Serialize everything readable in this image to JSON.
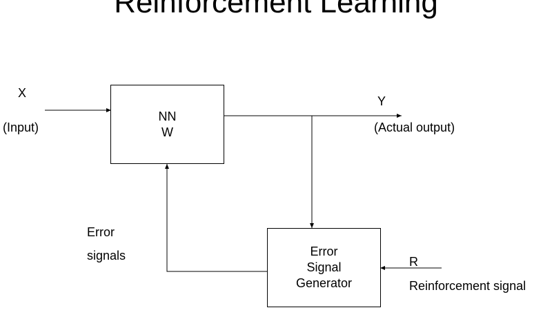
{
  "title": "Reinforcement Learning",
  "input": {
    "symbol": "X",
    "label": "(Input)"
  },
  "output": {
    "symbol": "Y",
    "label": "(Actual output)"
  },
  "nn_box": {
    "line1": "NN",
    "line2": "W"
  },
  "error_signals": {
    "line1": "Error",
    "line2": "signals"
  },
  "generator_box": {
    "line1": "Error",
    "line2": "Signal",
    "line3": "Generator"
  },
  "reinforcement": {
    "symbol": "R",
    "label": "Reinforcement signal"
  }
}
